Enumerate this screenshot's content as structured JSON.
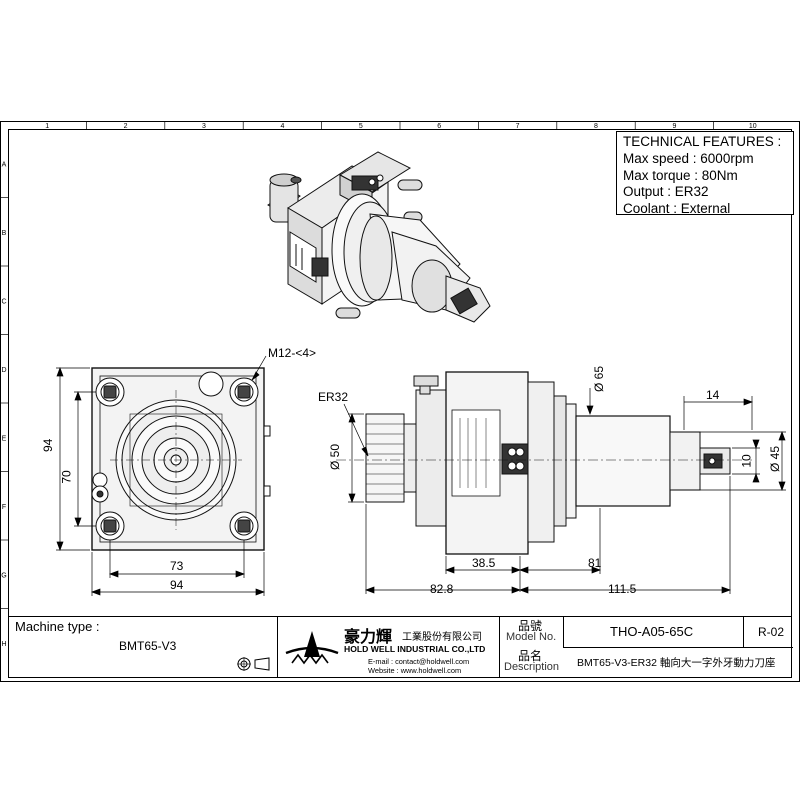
{
  "grid": {
    "columns": [
      "1",
      "2",
      "3",
      "4",
      "5",
      "6",
      "7",
      "8",
      "9",
      "10"
    ],
    "rows": [
      "A",
      "B",
      "C",
      "D",
      "E",
      "F",
      "G",
      "H"
    ]
  },
  "technical_features": {
    "heading": "TECHNICAL FEATURES :",
    "lines": [
      "Max speed : 6000rpm",
      "Max torque : 80Nm",
      "Output : ER32",
      "Coolant : External"
    ]
  },
  "front_view": {
    "thread_callout": "M12-<4>",
    "dim_width_inner": "73",
    "dim_width_outer": "94",
    "dim_height_outer": "94",
    "dim_height_inner": "70"
  },
  "side_view": {
    "collet_label": "ER32",
    "dim_collet_dia": "Ø 50",
    "dim_flange_dia": "Ø 65",
    "dim_shank_dia": "Ø 45",
    "dim_tang_width": "10",
    "dim_tang_length": "14",
    "dim_38_5": "38.5",
    "dim_81": "81",
    "dim_82_8": "82.8",
    "dim_111_5": "111.5"
  },
  "title_block": {
    "machine_type_label": "Machine type :",
    "machine_type_value": "BMT65-V3",
    "company_cn": "豪力輝",
    "company_cn_suffix": "工業股份有限公司",
    "company_en": "HOLD WELL INDUSTRIAL CO.,LTD",
    "email": "E-mail : contact@holdwell.com",
    "website": "Website : www.holdwell.com",
    "model_label_cn": "品號",
    "model_label_en": "Model No.",
    "model_value": "THO-A05-65C",
    "revision": "R-02",
    "desc_label_cn": "品名",
    "desc_label_en": "Description",
    "desc_value": "BMT65-V3-ER32 軸向大一字外牙動力刀座"
  }
}
